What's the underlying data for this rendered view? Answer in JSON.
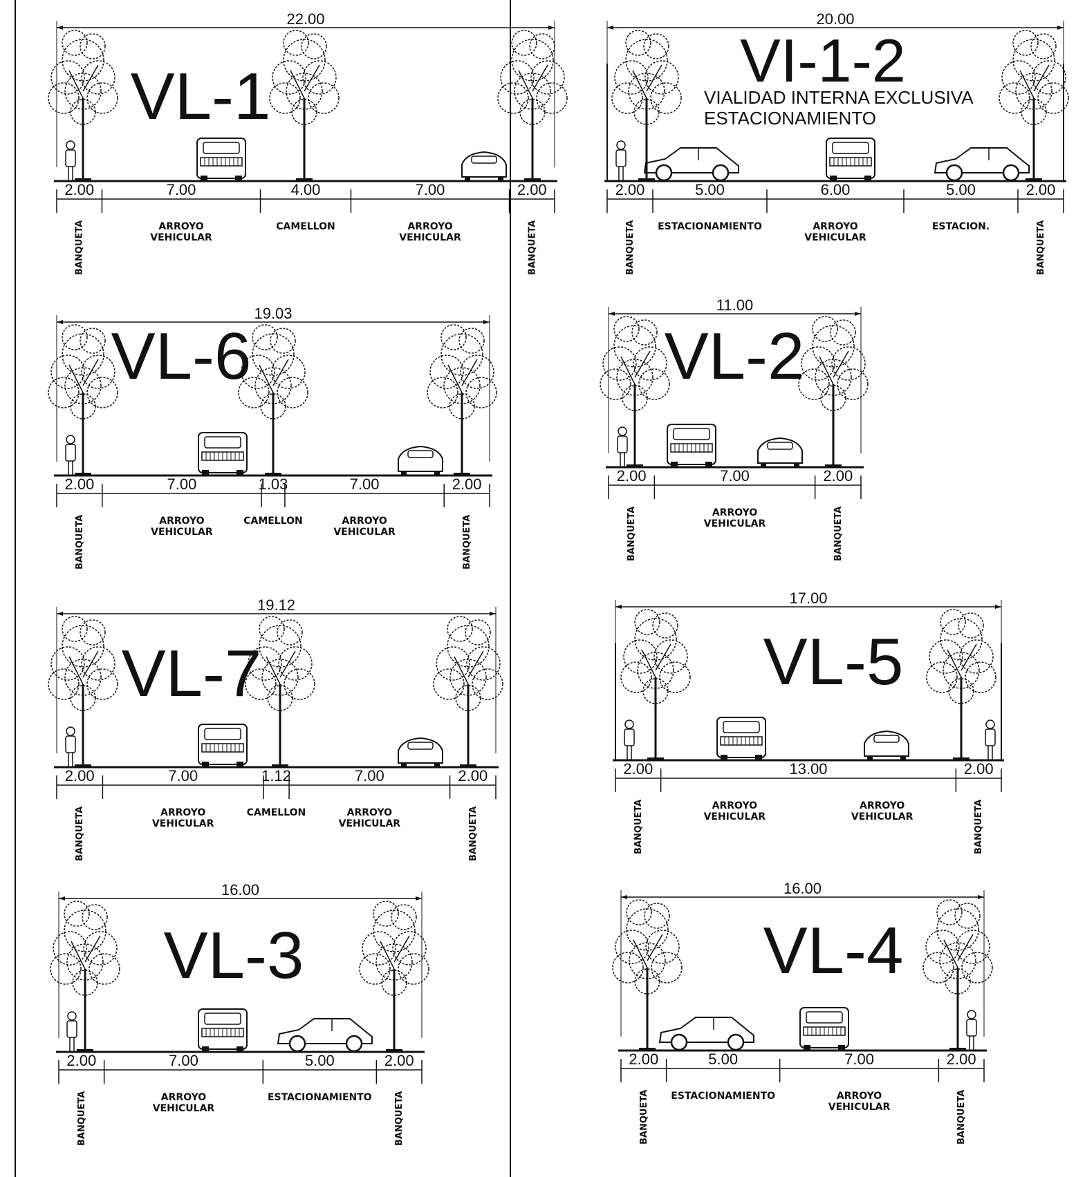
{
  "colors": {
    "ink": "#111111",
    "paper": "#ffffff"
  },
  "sections": [
    {
      "id": "vl-1",
      "title": "VL-1",
      "subtitle_lines": [],
      "total": "22.00",
      "segments": [
        {
          "width": "2.00",
          "label_lines": [
            "BANQUETA"
          ],
          "vertical": true
        },
        {
          "width": "7.00",
          "label_lines": [
            "ARROYO",
            "VEHICULAR"
          ],
          "vertical": false
        },
        {
          "width": "4.00",
          "label_lines": [
            "CAMELLON"
          ],
          "vertical": false
        },
        {
          "width": "7.00",
          "label_lines": [
            "ARROYO",
            "VEHICULAR"
          ],
          "vertical": false
        },
        {
          "width": "2.00",
          "label_lines": [
            "BANQUETA"
          ],
          "vertical": true
        }
      ]
    },
    {
      "id": "vl-1-2",
      "title": "VI-1-2",
      "subtitle_lines": [
        "VIALIDAD INTERNA EXCLUSIVA",
        "ESTACIONAMIENTO"
      ],
      "total": "20.00",
      "segments": [
        {
          "width": "2.00",
          "label_lines": [
            "BANQUETA"
          ],
          "vertical": true
        },
        {
          "width": "5.00",
          "label_lines": [
            "ESTACIONAMIENTO"
          ],
          "vertical": false
        },
        {
          "width": "6.00",
          "label_lines": [
            "ARROYO",
            "VEHICULAR"
          ],
          "vertical": false
        },
        {
          "width": "5.00",
          "label_lines": [
            "ESTACION."
          ],
          "vertical": false
        },
        {
          "width": "2.00",
          "label_lines": [
            "BANQUETA"
          ],
          "vertical": true
        }
      ]
    },
    {
      "id": "vl-6",
      "title": "VL-6",
      "subtitle_lines": [],
      "total": "19.03",
      "segments": [
        {
          "width": "2.00",
          "label_lines": [
            "BANQUETA"
          ],
          "vertical": true
        },
        {
          "width": "7.00",
          "label_lines": [
            "ARROYO",
            "VEHICULAR"
          ],
          "vertical": false
        },
        {
          "width": "1.03",
          "label_lines": [
            "CAMELLON"
          ],
          "vertical": false
        },
        {
          "width": "7.00",
          "label_lines": [
            "ARROYO",
            "VEHICULAR"
          ],
          "vertical": false
        },
        {
          "width": "2.00",
          "label_lines": [
            "BANQUETA"
          ],
          "vertical": true
        }
      ]
    },
    {
      "id": "vl-2",
      "title": "VL-2",
      "subtitle_lines": [],
      "total": "11.00",
      "segments": [
        {
          "width": "2.00",
          "label_lines": [
            "BANQUETA"
          ],
          "vertical": true
        },
        {
          "width": "7.00",
          "label_lines": [
            "ARROYO",
            "VEHICULAR"
          ],
          "vertical": false
        },
        {
          "width": "2.00",
          "label_lines": [
            "BANQUETA"
          ],
          "vertical": true
        }
      ]
    },
    {
      "id": "vl-7",
      "title": "VL-7",
      "subtitle_lines": [],
      "total": "19.12",
      "segments": [
        {
          "width": "2.00",
          "label_lines": [
            "BANQUETA"
          ],
          "vertical": true
        },
        {
          "width": "7.00",
          "label_lines": [
            "ARROYO",
            "VEHICULAR"
          ],
          "vertical": false
        },
        {
          "width": "1.12",
          "label_lines": [
            "CAMELLON"
          ],
          "vertical": false
        },
        {
          "width": "7.00",
          "label_lines": [
            "ARROYO",
            "VEHICULAR"
          ],
          "vertical": false
        },
        {
          "width": "2.00",
          "label_lines": [
            "BANQUETA"
          ],
          "vertical": true
        }
      ]
    },
    {
      "id": "vl-5",
      "title": "VL-5",
      "subtitle_lines": [],
      "total": "17.00",
      "segments": [
        {
          "width": "2.00",
          "label_lines": [
            "BANQUETA"
          ],
          "vertical": true
        },
        {
          "width": "13.00",
          "label_lines": [
            "ARROYO",
            "VEHICULAR"
          ],
          "label2_lines": [
            "ARROYO",
            "VEHICULAR"
          ],
          "vertical": false
        },
        {
          "width": "2.00",
          "label_lines": [
            "BANQUETA"
          ],
          "vertical": true
        }
      ]
    },
    {
      "id": "vl-3",
      "title": "VL-3",
      "subtitle_lines": [],
      "total": "16.00",
      "segments": [
        {
          "width": "2.00",
          "label_lines": [
            "BANQUETA"
          ],
          "vertical": true
        },
        {
          "width": "7.00",
          "label_lines": [
            "ARROYO",
            "VEHICULAR"
          ],
          "vertical": false
        },
        {
          "width": "5.00",
          "label_lines": [
            "ESTACIONAMIENTO"
          ],
          "vertical": false
        },
        {
          "width": "2.00",
          "label_lines": [
            "BANQUETA"
          ],
          "vertical": true
        }
      ]
    },
    {
      "id": "vl-4",
      "title": "VL-4",
      "subtitle_lines": [],
      "total": "16.00",
      "segments": [
        {
          "width": "2.00",
          "label_lines": [
            "BANQUETA"
          ],
          "vertical": true
        },
        {
          "width": "5.00",
          "label_lines": [
            "ESTACIONAMIENTO"
          ],
          "vertical": false
        },
        {
          "width": "7.00",
          "label_lines": [
            "ARROYO",
            "VEHICULAR"
          ],
          "vertical": false
        },
        {
          "width": "2.00",
          "label_lines": [
            "BANQUETA"
          ],
          "vertical": true
        }
      ]
    }
  ]
}
